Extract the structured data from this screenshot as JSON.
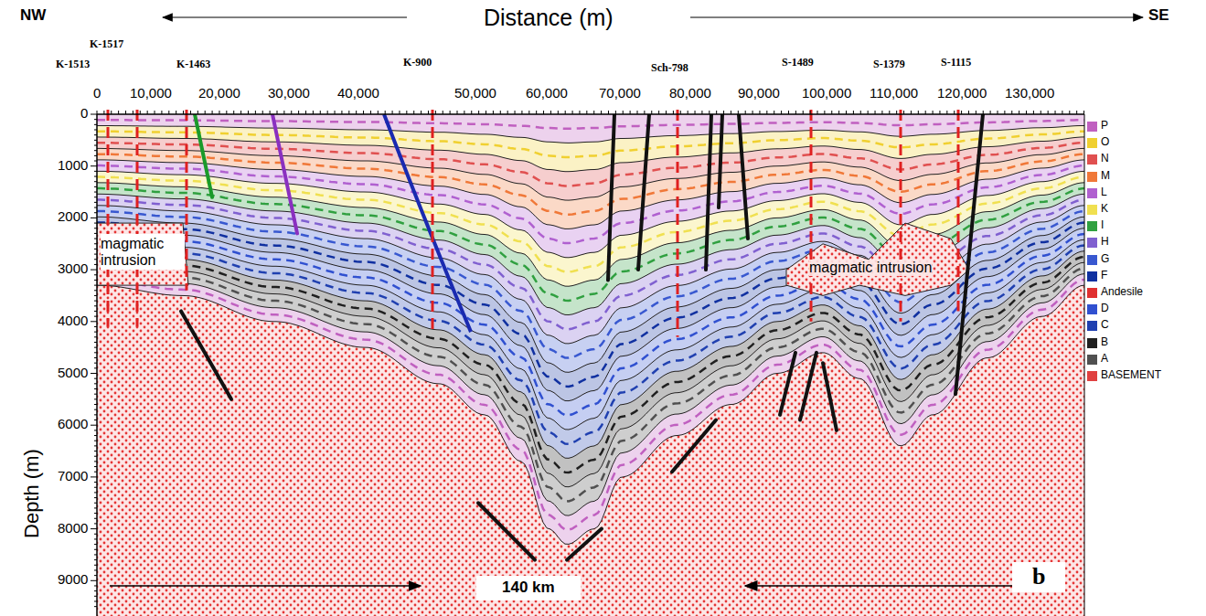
{
  "diagram": {
    "labels": [
      "NW",
      "Distance (m)",
      "SE",
      "K-1513",
      "K-1517",
      "K-1463",
      "K-900",
      "Sch-798",
      "S-1489",
      "S-1379",
      "S-1115",
      "0",
      "10,000",
      "20,000",
      "30,000",
      "40,000",
      "50,000",
      "60,000",
      "70,000",
      "80,000",
      "90,000",
      "100,000",
      "110,000",
      "120,000",
      "130,000",
      "0",
      "1000",
      "2000",
      "3000",
      "4000",
      "5000",
      "6000",
      "7000",
      "8000",
      "9000",
      "Depth (m)",
      "magmatic intrusion",
      "magmatic intrusion",
      "140 km",
      "b"
    ],
    "legend": [
      {
        "text": "P",
        "color": "#c060c0"
      },
      {
        "text": "O",
        "color": "#f0d030"
      },
      {
        "text": "N",
        "color": "#e05050"
      },
      {
        "text": "M",
        "color": "#f07838"
      },
      {
        "text": "L",
        "color": "#b060d0"
      },
      {
        "text": "K",
        "color": "#f0e050"
      },
      {
        "text": "I",
        "color": "#30a040"
      },
      {
        "text": "H",
        "color": "#8060d0"
      },
      {
        "text": "G",
        "color": "#3858d0"
      },
      {
        "text": "F",
        "color": "#1030a0"
      },
      {
        "text": "Andesile",
        "color": "#e03030"
      },
      {
        "text": "D",
        "color": "#3050d0"
      },
      {
        "text": "C",
        "color": "#2040b0"
      },
      {
        "text": "B",
        "color": "#202020"
      },
      {
        "text": "A",
        "color": "#505050"
      },
      {
        "text": "BASEMENT",
        "color": "#e04040"
      }
    ]
  }
}
